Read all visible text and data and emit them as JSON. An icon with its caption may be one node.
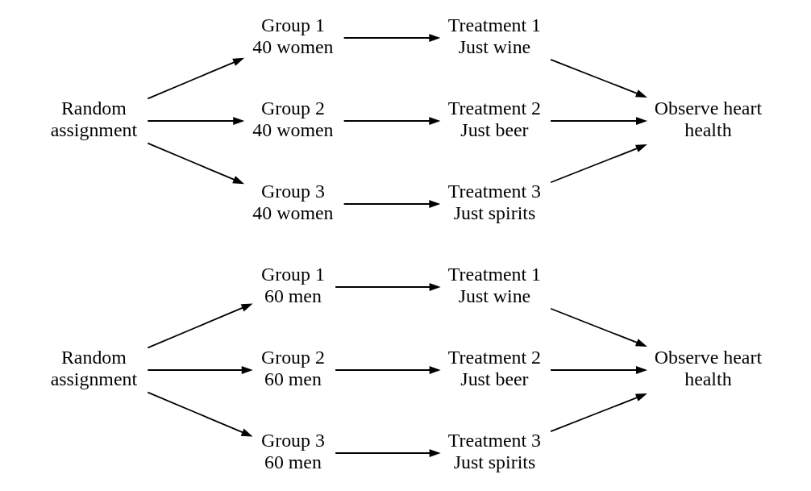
{
  "diagram": {
    "nodes": [
      {
        "text": [
          "Random assignment"
        ]
      },
      {
        "text": [
          "Group 1",
          "60 men"
        ]
      },
      {
        "text": [
          "Group 2",
          "60 men"
        ]
      },
      {
        "text": [
          "Group 3",
          "60 men"
        ]
      },
      {
        "text": [
          "Treatment 1",
          "Just wine"
        ]
      },
      {
        "text": [
          "Treatment 2",
          "Just beer"
        ]
      },
      {
        "text": [
          "Treatment 3",
          "Just spirits"
        ]
      },
      {
        "text": [
          "Observe heart health"
        ]
      },
      {
        "text": [
          "Random assignment"
        ]
      },
      {
        "text": [
          "Group 1",
          "40 women"
        ]
      },
      {
        "text": [
          "Group 2",
          "40 women"
        ]
      },
      {
        "text": [
          "Group 3",
          "40 women"
        ]
      },
      {
        "text": [
          "Treatment 1",
          "Just wine"
        ]
      },
      {
        "text": [
          "Treatment 2",
          "Just beer"
        ]
      },
      {
        "text": [
          "Treatment 3",
          "Just spirits"
        ]
      },
      {
        "text": [
          "Observe heart health"
        ]
      }
    ],
    "edges": [
      {
        "from": 0,
        "to": 1,
        "arrow": "to"
      },
      {
        "from": 0,
        "to": 2,
        "arrow": "to"
      },
      {
        "from": 0,
        "to": 3,
        "arrow": "to"
      },
      {
        "from": 1,
        "to": 4,
        "arrow": "to"
      },
      {
        "from": 2,
        "to": 5,
        "arrow": "to"
      },
      {
        "from": 3,
        "to": 6,
        "arrow": "to"
      },
      {
        "from": 4,
        "to": 7,
        "arrow": "to"
      },
      {
        "from": 5,
        "to": 7,
        "arrow": "to"
      },
      {
        "from": 6,
        "to": 7,
        "arrow": "to"
      },
      {
        "from": 8,
        "to": 9,
        "arrow": "to"
      },
      {
        "from": 8,
        "to": 10,
        "arrow": "to"
      },
      {
        "from": 8,
        "to": 11,
        "arrow": "to"
      },
      {
        "from": 9,
        "to": 12,
        "arrow": "to"
      },
      {
        "from": 10,
        "to": 13,
        "arrow": "to"
      },
      {
        "from": 11,
        "to": 14,
        "arrow": "to"
      },
      {
        "from": 12,
        "to": 15,
        "arrow": "to"
      },
      {
        "from": 13,
        "to": 15,
        "arrow": "to"
      },
      {
        "from": 14,
        "to": 15,
        "arrow": "to"
      }
    ]
  }
}
